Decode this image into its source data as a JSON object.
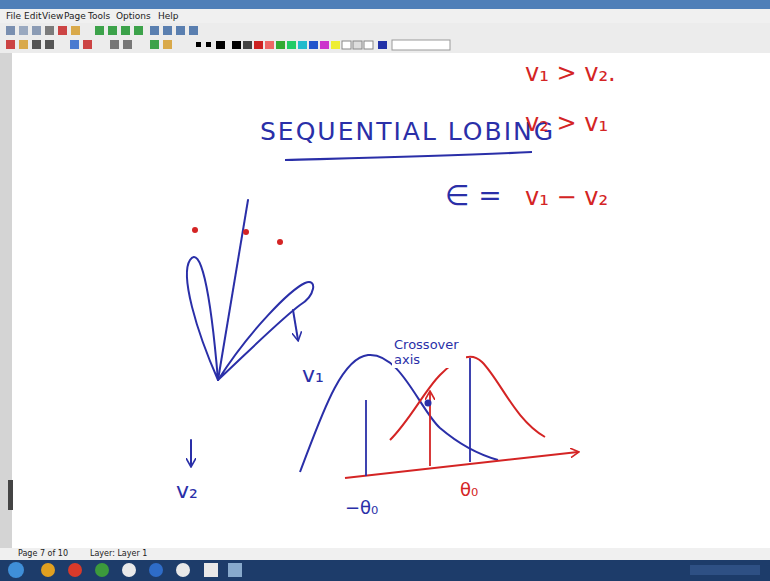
{
  "diagram": {
    "title": "SEQUENTIAL LOBING",
    "labels": [
      "File",
      "Edit",
      "View",
      "Page",
      "Tools",
      "Options",
      "Help",
      "v₂",
      "v₁",
      "v₁ > v₂.",
      "v₂ > v₁",
      "∈ =",
      "v₁ − v₂",
      "Crossover axis",
      "−θ₀",
      "θ₀",
      "Page 7 of 10",
      "Layer: Layer 1"
    ]
  }
}
